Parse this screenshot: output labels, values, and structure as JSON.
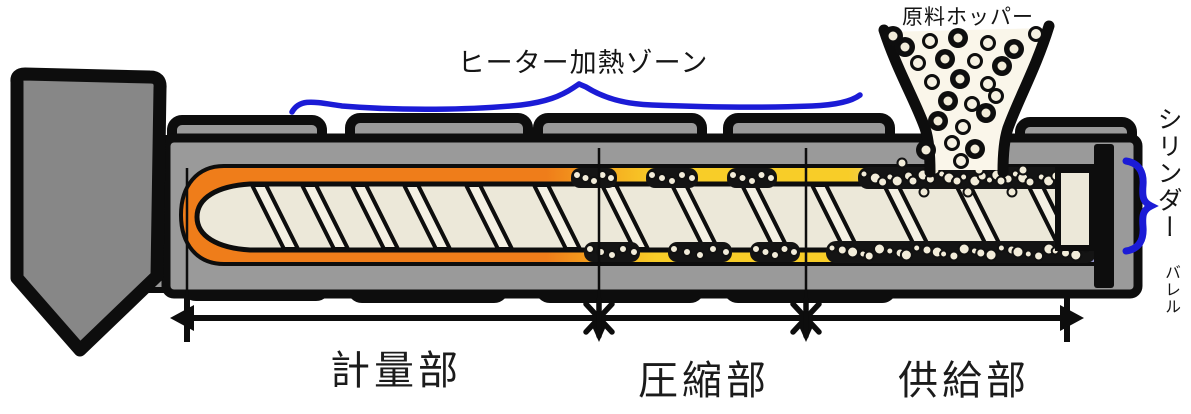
{
  "diagram": {
    "hopper_label": "原料ホッパー",
    "heater_zone_label": "ヒーター加熱ゾーン",
    "cylinder_label": "シリンダー",
    "barrel_sublabel": "バレル",
    "sections": [
      {
        "id": "metering",
        "label": "計量部"
      },
      {
        "id": "compression",
        "label": "圧縮部"
      },
      {
        "id": "feed",
        "label": "供給部"
      }
    ],
    "colors": {
      "annotation_blue": "#1b1bd6",
      "melt_orange": "#ef7d1a",
      "melt_yellow": "#f8cd28",
      "pellet_cream": "#f2ecd9",
      "screw_cream": "#ece8d9",
      "barrel_gray": "#9a9a9a",
      "nozzle_gray": "#878787",
      "end_lavender": "#9191c6",
      "outline_black": "#0d0d0d"
    }
  }
}
